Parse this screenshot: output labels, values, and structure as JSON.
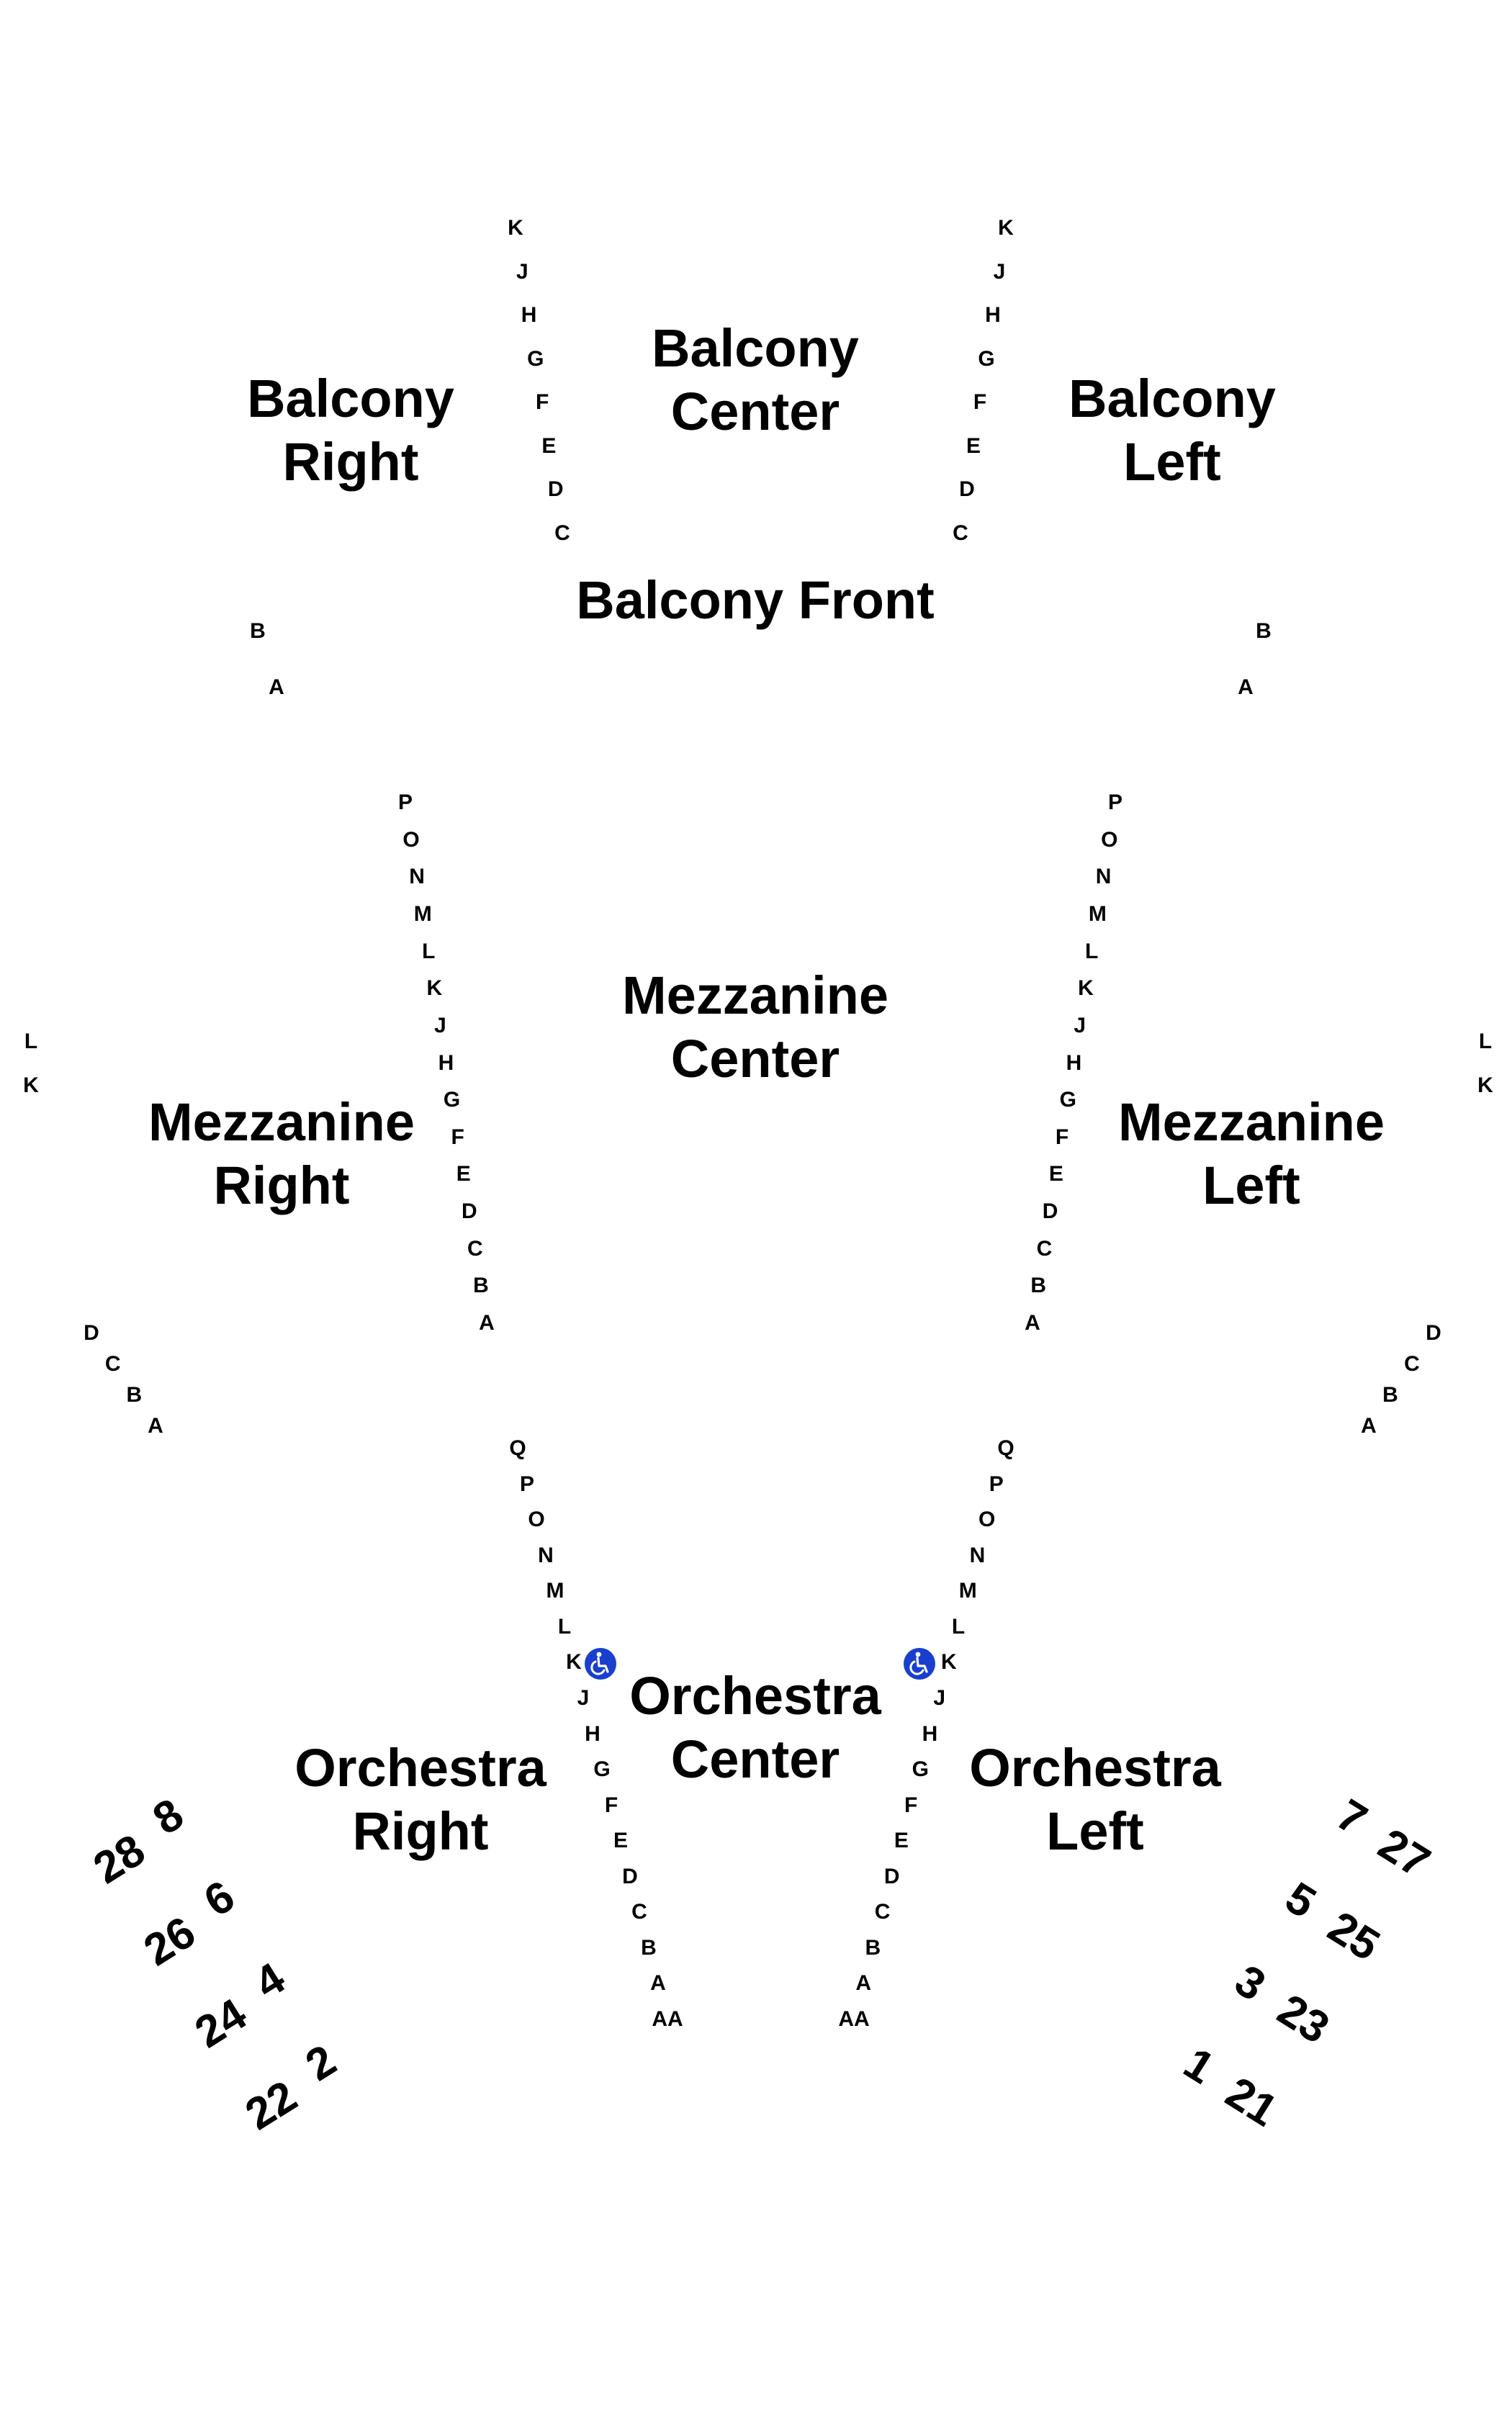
{
  "colors": {
    "background": "#ffffff",
    "text": "#000000",
    "accessible_badge": "#1a3fcf"
  },
  "sections": {
    "balcony_right": {
      "line1": "Balcony",
      "line2": "Right"
    },
    "balcony_center": {
      "line1": "Balcony",
      "line2": "Center"
    },
    "balcony_left": {
      "line1": "Balcony",
      "line2": "Left"
    },
    "balcony_front": {
      "line1": "Balcony Front"
    },
    "mezzanine_center": {
      "line1": "Mezzanine",
      "line2": "Center"
    },
    "mezzanine_right": {
      "line1": "Mezzanine",
      "line2": "Right"
    },
    "mezzanine_left": {
      "line1": "Mezzanine",
      "line2": "Left"
    },
    "orchestra_center": {
      "line1": "Orchestra",
      "line2": "Center"
    },
    "orchestra_right": {
      "line1": "Orchestra",
      "line2": "Right"
    },
    "orchestra_left": {
      "line1": "Orchestra",
      "line2": "Left"
    }
  },
  "rows": {
    "balcony_inner_right": [
      "K",
      "J",
      "H",
      "G",
      "F",
      "E",
      "D",
      "C"
    ],
    "balcony_inner_left": [
      "K",
      "J",
      "H",
      "G",
      "F",
      "E",
      "D",
      "C"
    ],
    "balcony_front_right": [
      "B",
      "A"
    ],
    "balcony_front_left": [
      "B",
      "A"
    ],
    "mezzanine_inner_right": [
      "P",
      "O",
      "N",
      "M",
      "L",
      "K",
      "J",
      "H",
      "G",
      "F",
      "E",
      "D",
      "C",
      "B",
      "A"
    ],
    "mezzanine_inner_left": [
      "P",
      "O",
      "N",
      "M",
      "L",
      "K",
      "J",
      "H",
      "G",
      "F",
      "E",
      "D",
      "C",
      "B",
      "A"
    ],
    "mezzanine_edge_right_upper": [
      "L",
      "K"
    ],
    "mezzanine_edge_left_upper": [
      "L",
      "K"
    ],
    "mezzanine_edge_right_lower": [
      "D",
      "C",
      "B",
      "A"
    ],
    "mezzanine_edge_left_lower": [
      "D",
      "C",
      "B",
      "A"
    ],
    "orchestra_inner_right": [
      "Q",
      "P",
      "O",
      "N",
      "M",
      "L",
      "K",
      "J",
      "H",
      "G",
      "F",
      "E",
      "D",
      "C",
      "B",
      "A",
      "AA"
    ],
    "orchestra_inner_left": [
      "Q",
      "P",
      "O",
      "N",
      "M",
      "L",
      "K",
      "J",
      "H",
      "G",
      "F",
      "E",
      "D",
      "C",
      "B",
      "A",
      "AA"
    ]
  },
  "doors": {
    "right": [
      "28",
      "8",
      "26",
      "6",
      "24",
      "4",
      "22",
      "2"
    ],
    "left": [
      "7",
      "27",
      "5",
      "25",
      "3",
      "23",
      "1",
      "21"
    ]
  },
  "accessible_icons": [
    "wheelchair-icon",
    "wheelchair-icon"
  ]
}
